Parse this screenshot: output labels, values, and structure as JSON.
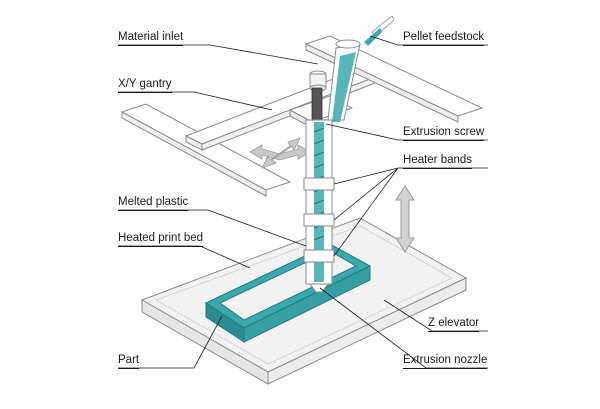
{
  "labels": {
    "material_inlet": "Material inlet",
    "xy_gantry": "X/Y gantry",
    "melted_plastic": "Melted plastic",
    "heated_print_bed": "Heated print bed",
    "part": "Part",
    "pellet_feedstock": "Pellet feedstock",
    "extrusion_screw": "Extrusion screw",
    "heater_bands": "Heater bands",
    "z_elevator": "Z elevator",
    "extrusion_nozzle": "Extrusion nozzle"
  },
  "colors": {
    "part": "#3aa9ad",
    "part_dark": "#2b8d91",
    "frame": "#ffffff",
    "stroke": "#8a8a8a",
    "bed": "#f2f2f2",
    "arrow": "#c9c9c9",
    "screw": "#555555"
  }
}
